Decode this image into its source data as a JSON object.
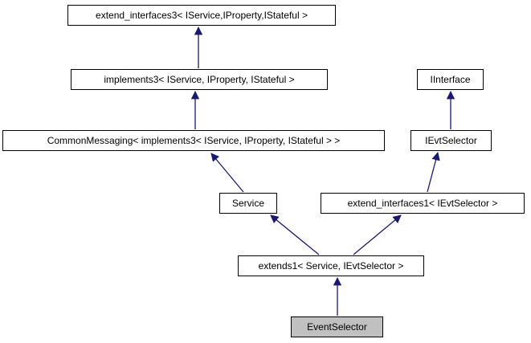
{
  "diagram": {
    "kind": "class-inheritance-graph",
    "focus_node": "EventSelector",
    "colors": {
      "edge": "#191970",
      "node_border": "#000000",
      "node_fill": "#ffffff",
      "focus_node_fill": "#c0c0c0",
      "background": "#ffffff",
      "text": "#000000"
    },
    "nodes": [
      {
        "id": "extend_interfaces3",
        "label": "extend_interfaces3< IService,IProperty,IStateful >"
      },
      {
        "id": "implements3",
        "label": "implements3< IService, IProperty, IStateful >"
      },
      {
        "id": "IInterface",
        "label": "IInterface"
      },
      {
        "id": "CommonMessaging",
        "label": "CommonMessaging< implements3< IService, IProperty, IStateful > >"
      },
      {
        "id": "IEvtSelector",
        "label": "IEvtSelector"
      },
      {
        "id": "Service",
        "label": "Service"
      },
      {
        "id": "extend_interfaces1",
        "label": "extend_interfaces1< IEvtSelector >"
      },
      {
        "id": "extends1",
        "label": "extends1< Service, IEvtSelector >"
      },
      {
        "id": "EventSelector",
        "label": "EventSelector"
      }
    ],
    "edges": [
      {
        "from": "implements3",
        "to": "extend_interfaces3",
        "relation": "public-inheritance"
      },
      {
        "from": "CommonMessaging",
        "to": "implements3",
        "relation": "public-inheritance"
      },
      {
        "from": "IEvtSelector",
        "to": "IInterface",
        "relation": "public-inheritance"
      },
      {
        "from": "Service",
        "to": "CommonMessaging",
        "relation": "public-inheritance"
      },
      {
        "from": "extend_interfaces1",
        "to": "IEvtSelector",
        "relation": "public-inheritance"
      },
      {
        "from": "extends1",
        "to": "Service",
        "relation": "public-inheritance"
      },
      {
        "from": "extends1",
        "to": "extend_interfaces1",
        "relation": "public-inheritance"
      },
      {
        "from": "EventSelector",
        "to": "extends1",
        "relation": "public-inheritance"
      }
    ]
  }
}
